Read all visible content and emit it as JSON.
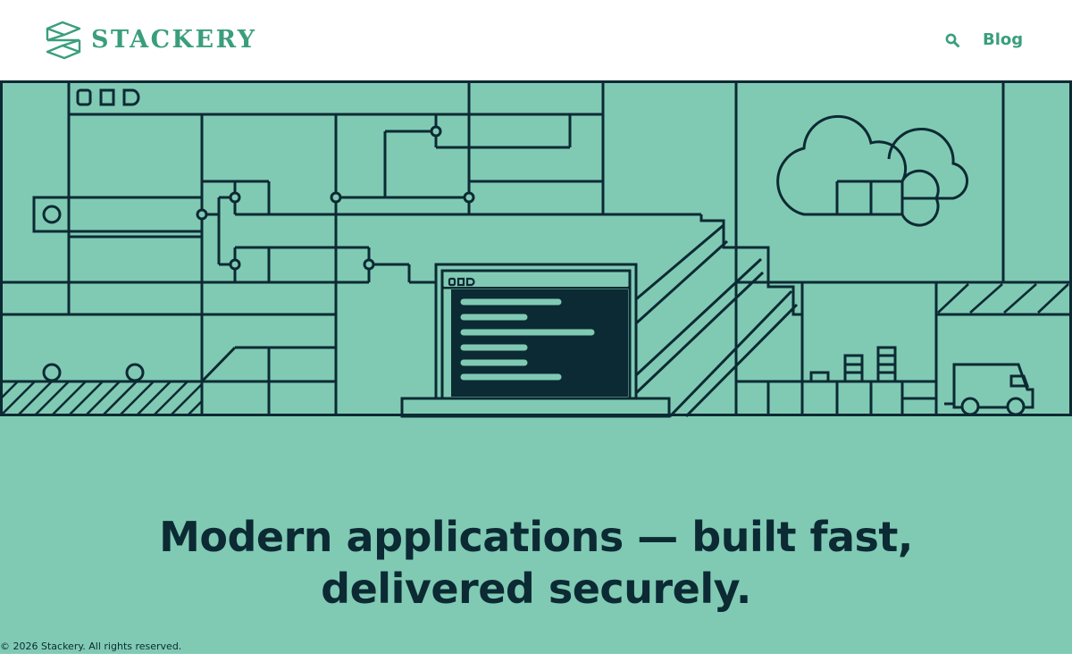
{
  "brand": {
    "name": "STACKERY",
    "logo_icon": "stackery-logo-icon",
    "color": "#3a9e7c"
  },
  "nav": {
    "search_icon": "search-icon",
    "blog_label": "Blog"
  },
  "hero": {
    "background": "#80cab4",
    "line_color": "#0c2a33",
    "headline": "Modern applications — built fast, delivered securely."
  },
  "footer": {
    "copyright": "© 2026 Stackery. All rights reserved."
  }
}
